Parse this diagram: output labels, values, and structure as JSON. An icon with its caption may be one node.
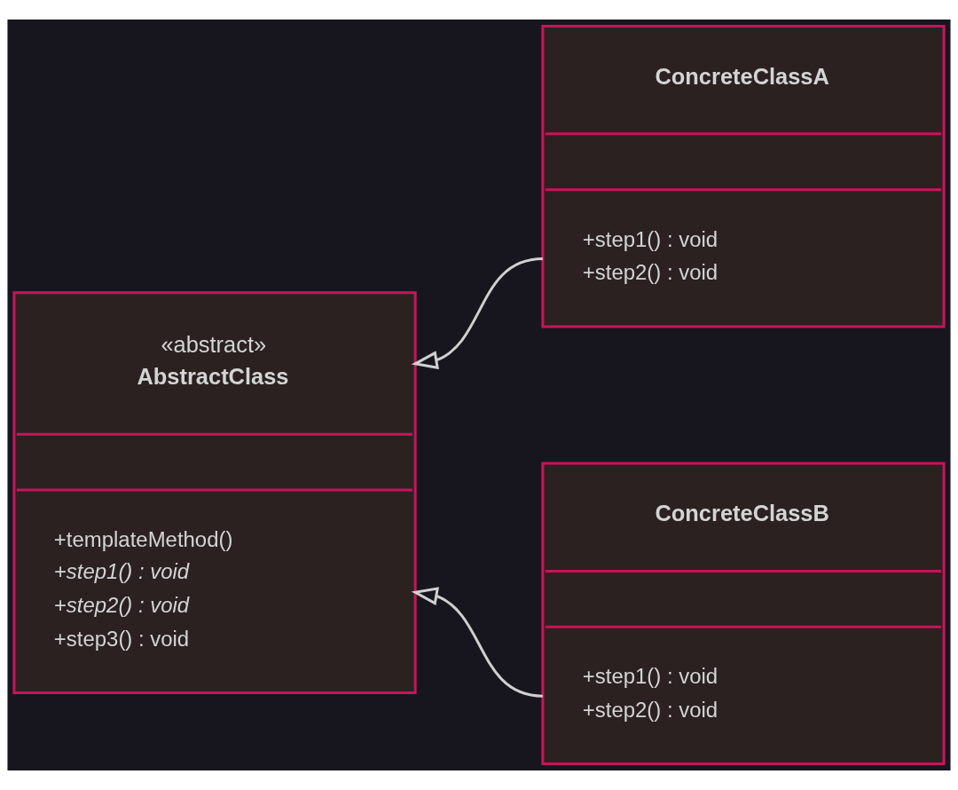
{
  "diagram": {
    "nodes": [
      {
        "text": [
          "«abstract»",
          "AbstractClass",
          "+templateMethod()",
          "+step1() : void",
          "+step2() : void",
          "+step3() : void"
        ]
      },
      {
        "text": [
          "ConcreteClassA",
          "+step1() : void",
          "+step2() : void"
        ]
      },
      {
        "text": [
          "ConcreteClassB",
          "+step1() : void",
          "+step2() : void"
        ]
      }
    ],
    "edges": [
      {
        "from": 1,
        "to": 0,
        "arrow": "to"
      },
      {
        "from": 2,
        "to": 0,
        "arrow": "to"
      }
    ]
  }
}
